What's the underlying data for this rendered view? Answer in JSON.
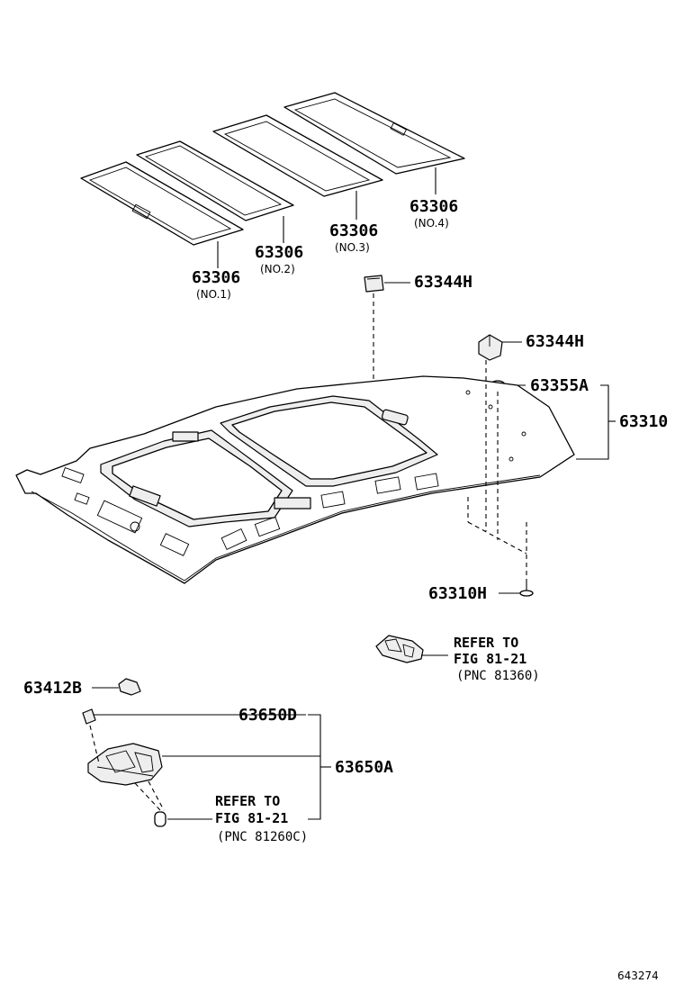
{
  "labels": {
    "sunshade_no1": "63306",
    "sunshade_no1_sub": "(NO.1)",
    "sunshade_no2": "63306",
    "sunshade_no2_sub": "(NO.2)",
    "sunshade_no3": "63306",
    "sunshade_no3_sub": "(NO.3)",
    "sunshade_no4": "63306",
    "sunshade_no4_sub": "(NO.4)",
    "clip_top": "63344H",
    "clip_right": "63344H",
    "grommet": "63355A",
    "headliner": "63310",
    "screw": "63310H",
    "clip_left": "63412B",
    "lens": "63650D",
    "lamp_assy": "63650A"
  },
  "references": {
    "upper": {
      "line1": "REFER TO",
      "line2": "FIG 81-21",
      "line3": "(PNC 81360)"
    },
    "lower": {
      "line1": "REFER TO",
      "line2": "FIG 81-21",
      "line3": "(PNC 81260C)"
    }
  },
  "figure_number": "643274"
}
